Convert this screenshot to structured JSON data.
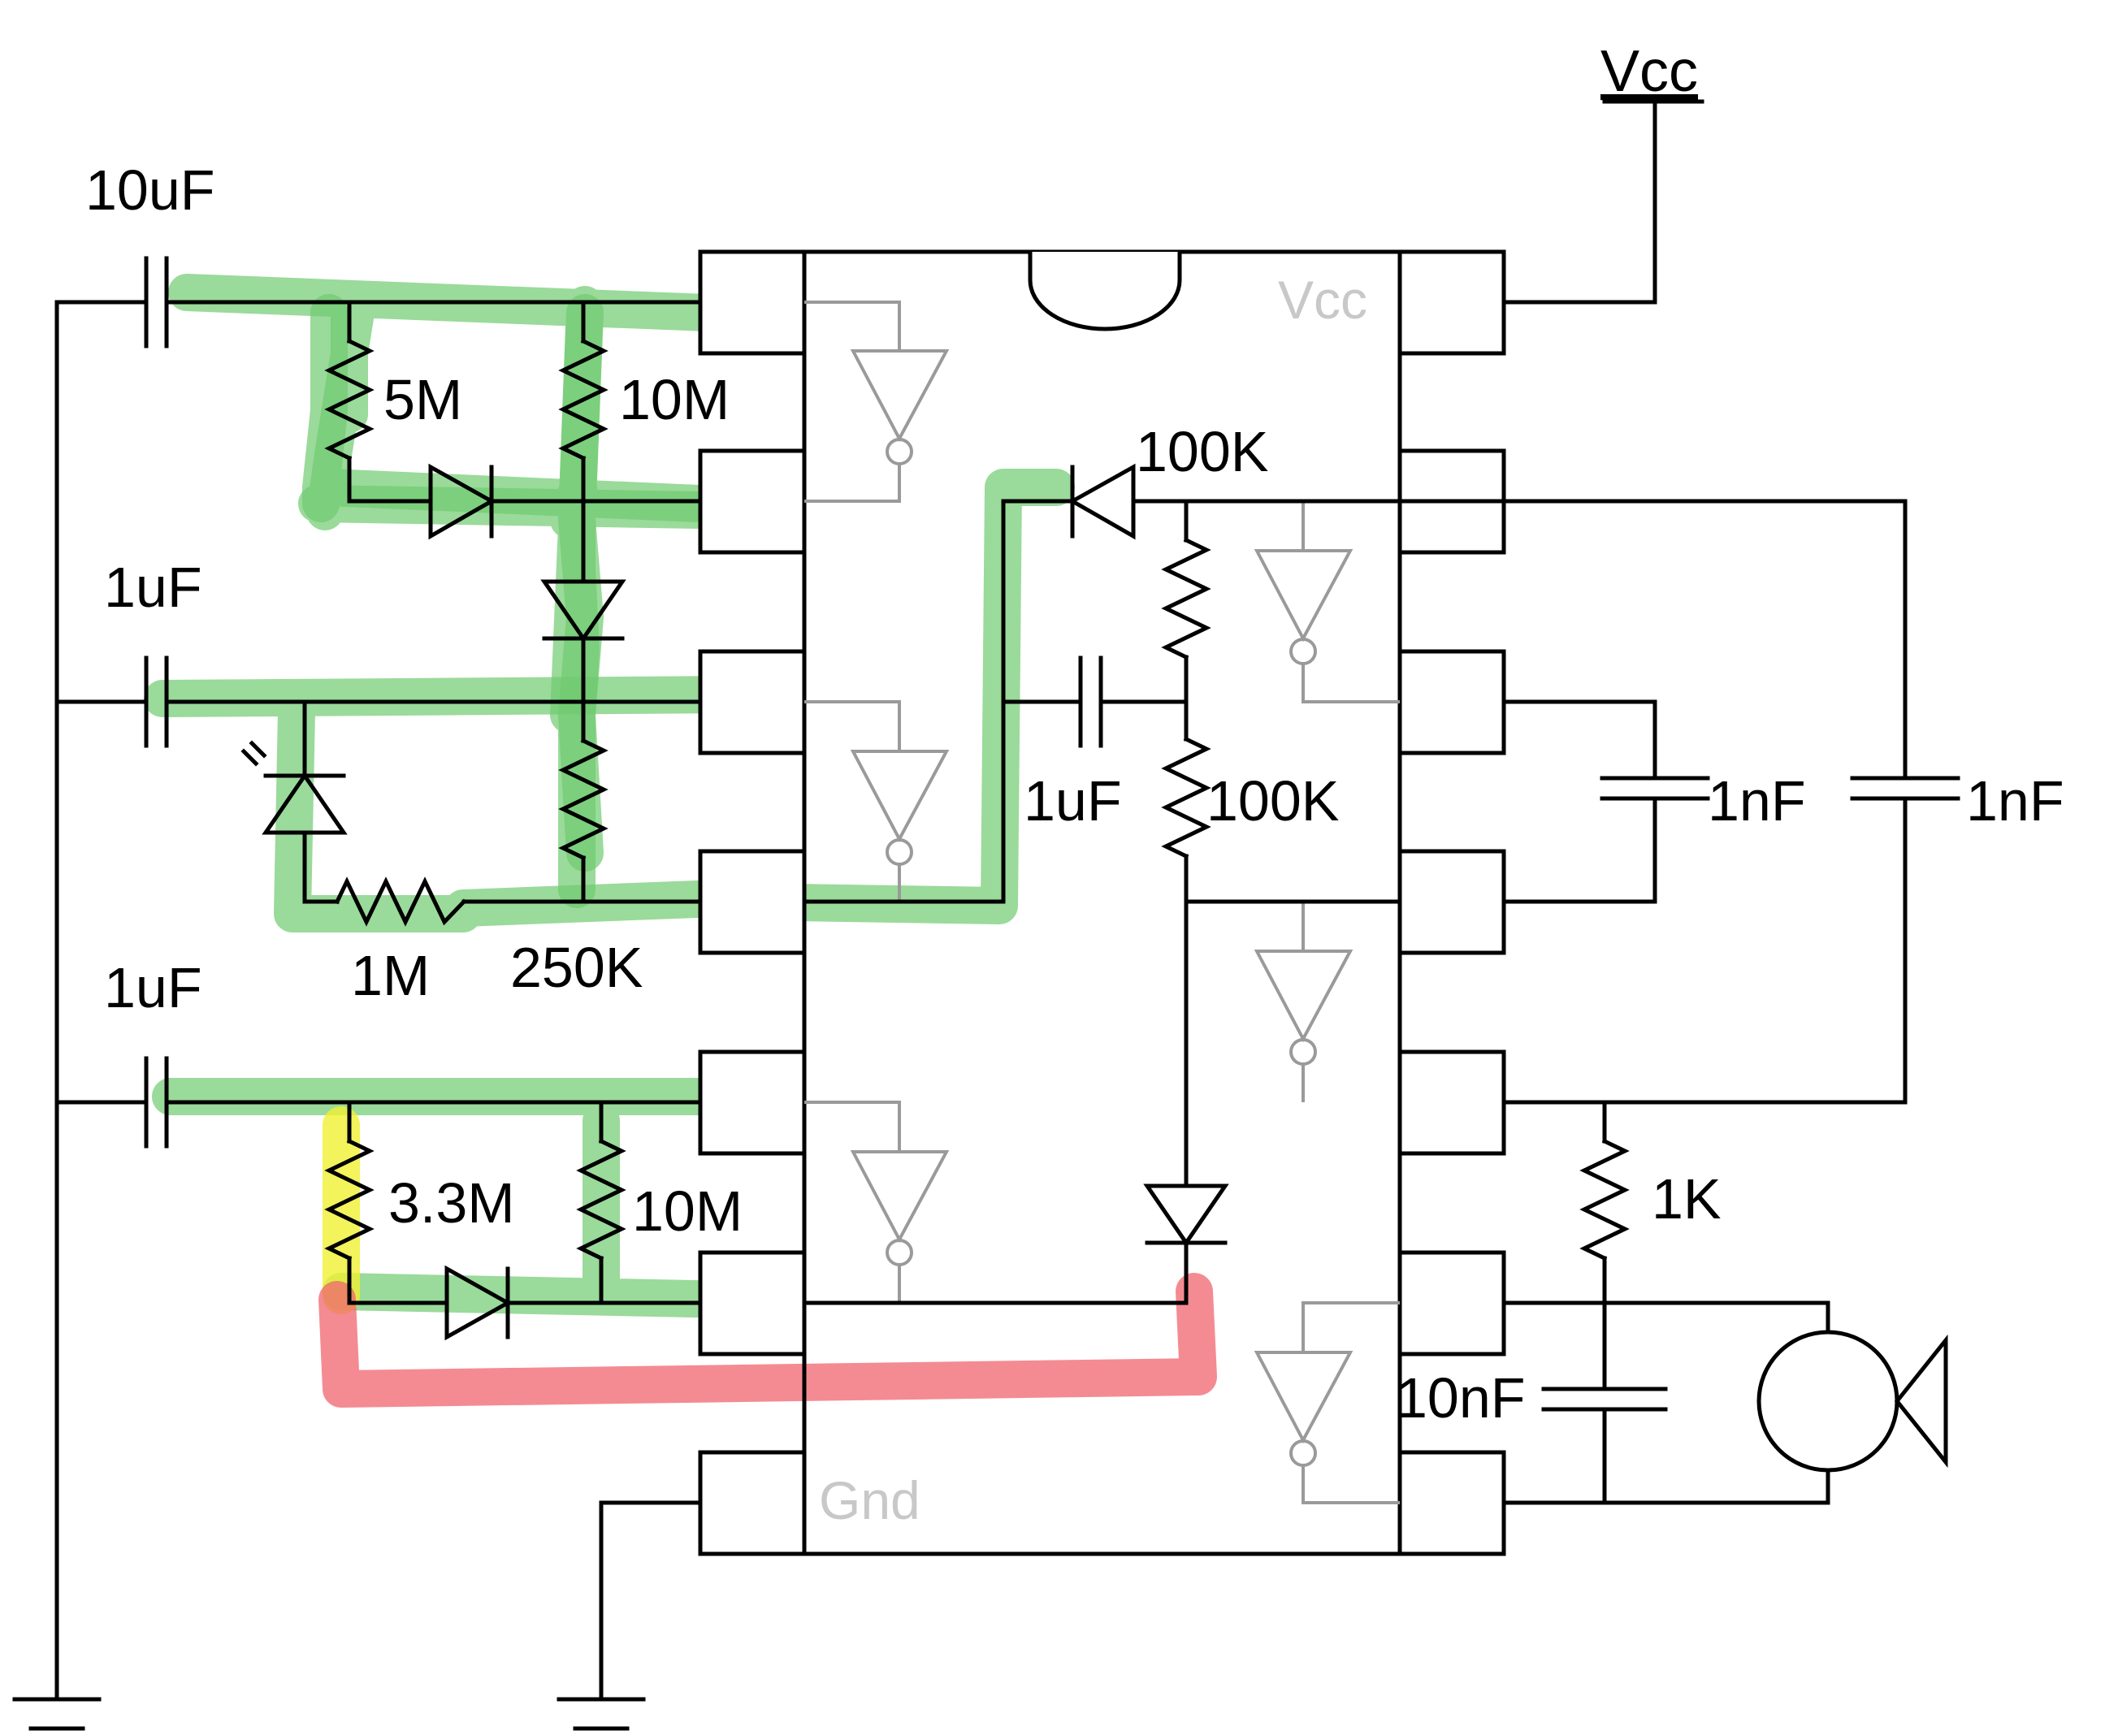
{
  "labels": {
    "vcc_supply": "Vcc",
    "chip_vcc": "Vcc",
    "chip_gnd": "Gnd",
    "c_top": "10uF",
    "c_mid": "1uF",
    "c_bot": "1uF",
    "r_5m": "5M",
    "r_10m_top": "10M",
    "r_1m": "1M",
    "r_250k": "250K",
    "r_3_3m": "3.3M",
    "r_10m_bot": "10M",
    "r_100k_top": "100K",
    "r_100k_bot": "100K",
    "c_1uf_osc": "1uF",
    "c_1nf_a": "1nF",
    "c_1nf_b": "1nF",
    "r_1k": "1K",
    "c_10nf": "10nF"
  },
  "highlight_colors": {
    "green": "#6fcb6f",
    "yellow": "#f0f032",
    "red": "#f0646e"
  },
  "icons": [
    "resistor",
    "capacitor",
    "diode",
    "photodiode",
    "inverter-gate",
    "speaker-icon",
    "ground-symbol",
    "ic-notch"
  ]
}
